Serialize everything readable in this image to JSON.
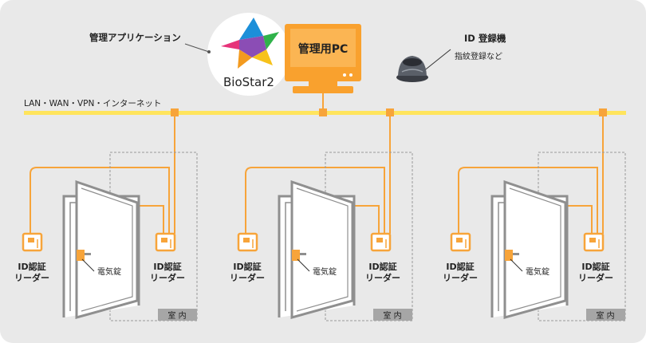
{
  "software": {
    "label": "管理アプリケーション",
    "logo_text": "BioStar2"
  },
  "pc": {
    "label": "管理用PC"
  },
  "enroll_device": {
    "title": "ID 登録機",
    "subtitle": "指紋登録など"
  },
  "network": {
    "label": "LAN・WAN・VPN・インターネット"
  },
  "doors": [
    {
      "reader_outside_label": [
        "ID認証",
        "リーダー"
      ],
      "lock_label": "電気錠",
      "reader_inside_label": [
        "ID認証",
        "リーダー"
      ],
      "room_label": "室 内"
    },
    {
      "reader_outside_label": [
        "ID認証",
        "リーダー"
      ],
      "lock_label": "電気錠",
      "reader_inside_label": [
        "ID認証",
        "リーダー"
      ],
      "room_label": "室 内"
    },
    {
      "reader_outside_label": [
        "ID認証",
        "リーダー"
      ],
      "lock_label": "電気錠",
      "reader_inside_label": [
        "ID認証",
        "リーダー"
      ],
      "room_label": "室 内"
    }
  ],
  "colors": {
    "background": "#e9e9e9",
    "network_line": "#ffe45c",
    "orange": "#f7a43a",
    "orange_dark": "#e8891a",
    "pc_orange": "#f9a12e",
    "door_gray": "#8f8f8f",
    "room_label_bg": "#a6a6a6"
  }
}
